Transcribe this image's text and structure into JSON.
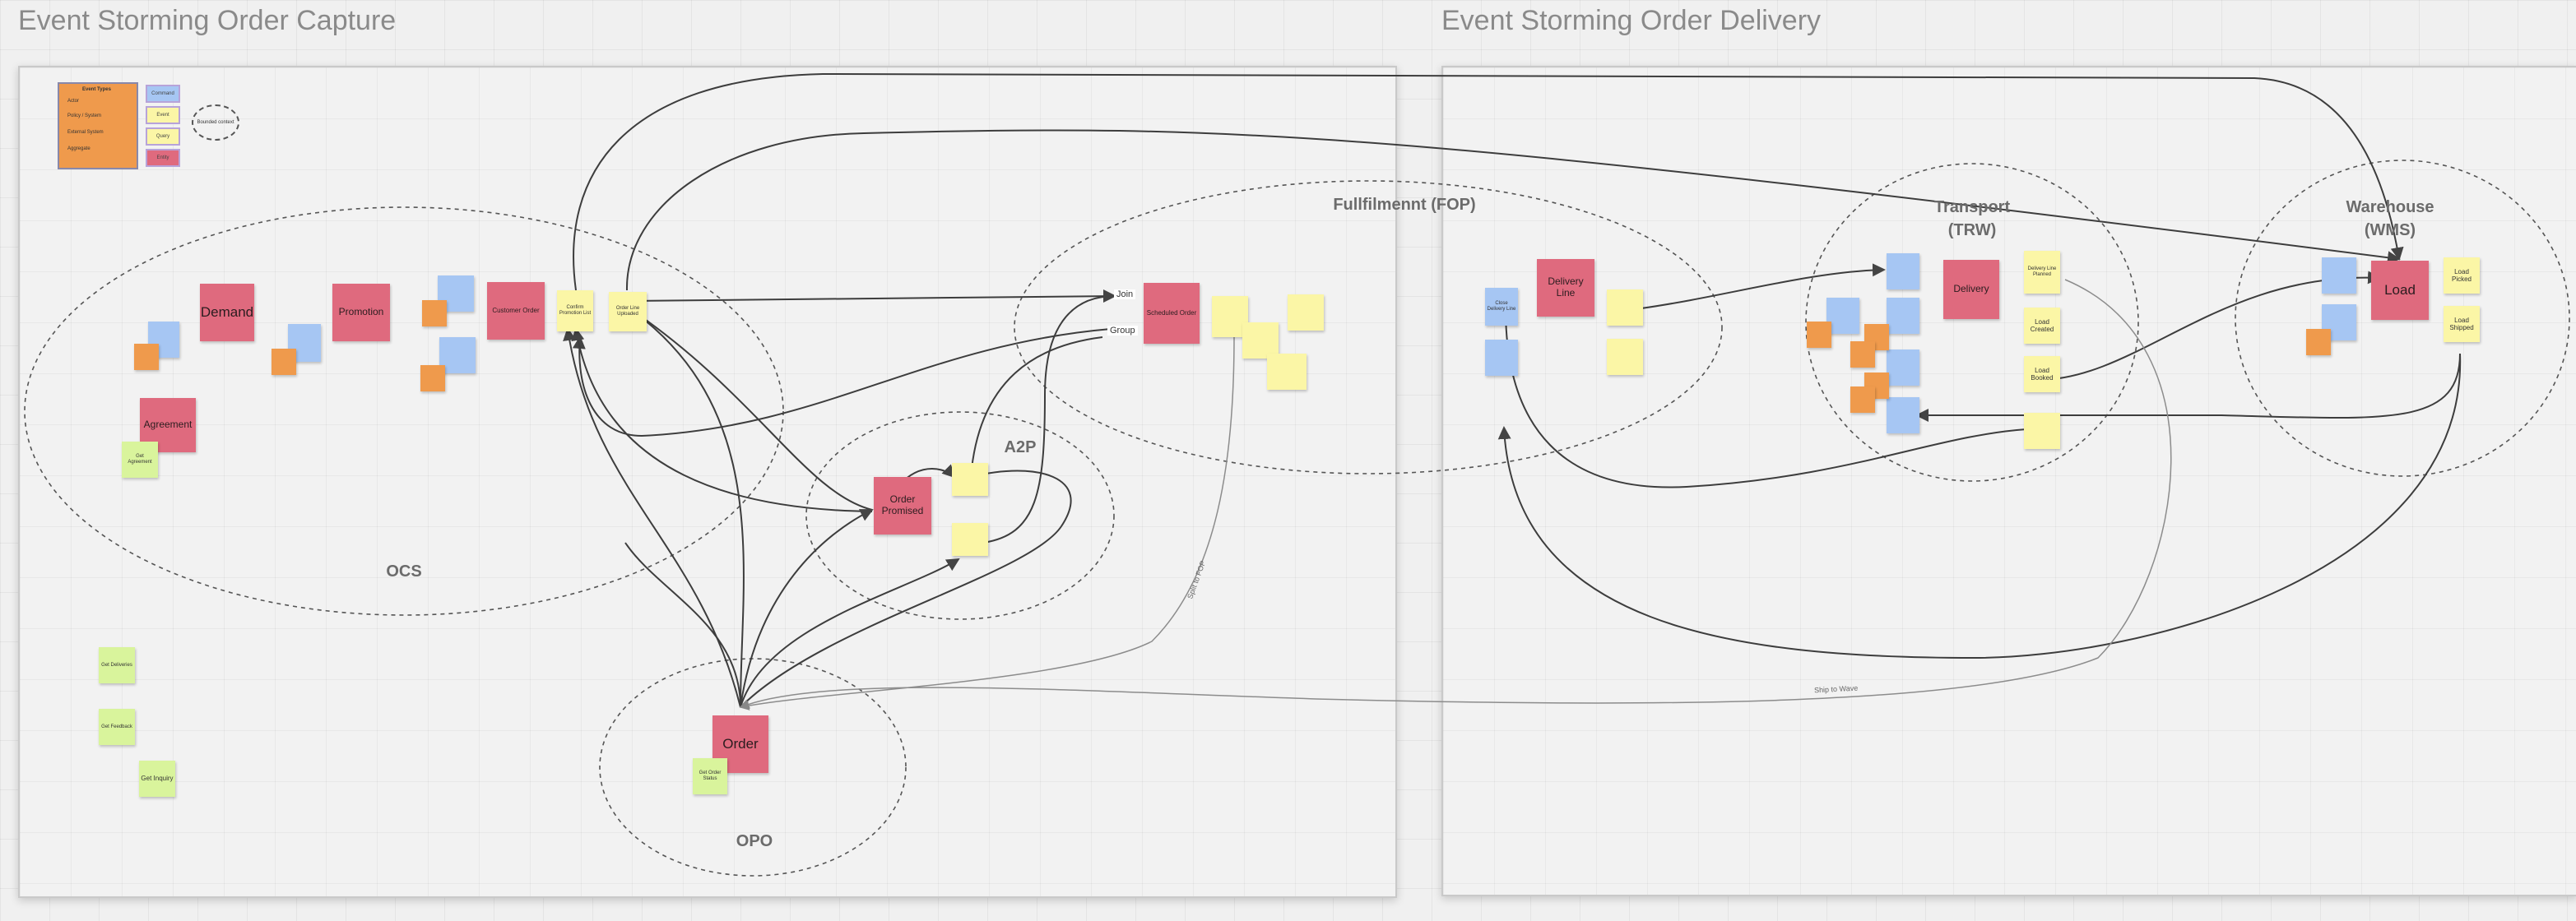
{
  "frames": {
    "capture": {
      "title": "Event Storming Order Capture"
    },
    "delivery": {
      "title": "Event Storming Order Delivery"
    }
  },
  "zones": {
    "ocs": "OCS",
    "a2p": "A2P",
    "fop": "Fullfilmennt (FOP)",
    "opo": "OPO",
    "trw": "Transport\n(TRW)",
    "wms": "Warehouse\n(WMS)"
  },
  "legend": {
    "title": "Event Types",
    "rows": [
      "Actor",
      "Policy / System",
      "External System",
      "Aggregate"
    ],
    "swatches": [
      "Command",
      "Event",
      "Query",
      "Entity"
    ],
    "oval": "Bounded context"
  },
  "notes": {
    "demand": "Demand",
    "promotion": "Promotion",
    "customer_order": "Customer Order",
    "agreement": "Agreement",
    "get_agreement": "Get Agreement",
    "get_deliveries": "Get Deliveries",
    "get_feedback": "Get Feedback",
    "get_inquiry": "Get Inquiry",
    "order_promised": "Order Promised",
    "order": "Order",
    "get_order_status": "Get Order Status",
    "scheduled_order": "Scheduled Order",
    "delivery_line": "Delivery Line",
    "delivery": "Delivery",
    "load": "Load",
    "confirm_promotion": "Confirm Promotion List",
    "order_line_uploaded": "Order Line Uploaded",
    "close_delivery_line": "Close Delivery Line",
    "delivery_line_planned": "Delivery Line Planned",
    "load_created": "Load Created",
    "load_booked": "Load Booked",
    "load_picked": "Load Picked",
    "load_shipped": "Load Shipped"
  },
  "tags": {
    "join": "Join",
    "group": "Group"
  },
  "link_labels": {
    "split_to_fop": "Split to FOP",
    "ship_to_wave": "Ship to Wave"
  },
  "colors": {
    "event": "#fbf6a6",
    "command": "#a6c6f3",
    "aggregate": "#df6a7e",
    "actor": "#ef9a4c",
    "query": "#d9f49c"
  }
}
